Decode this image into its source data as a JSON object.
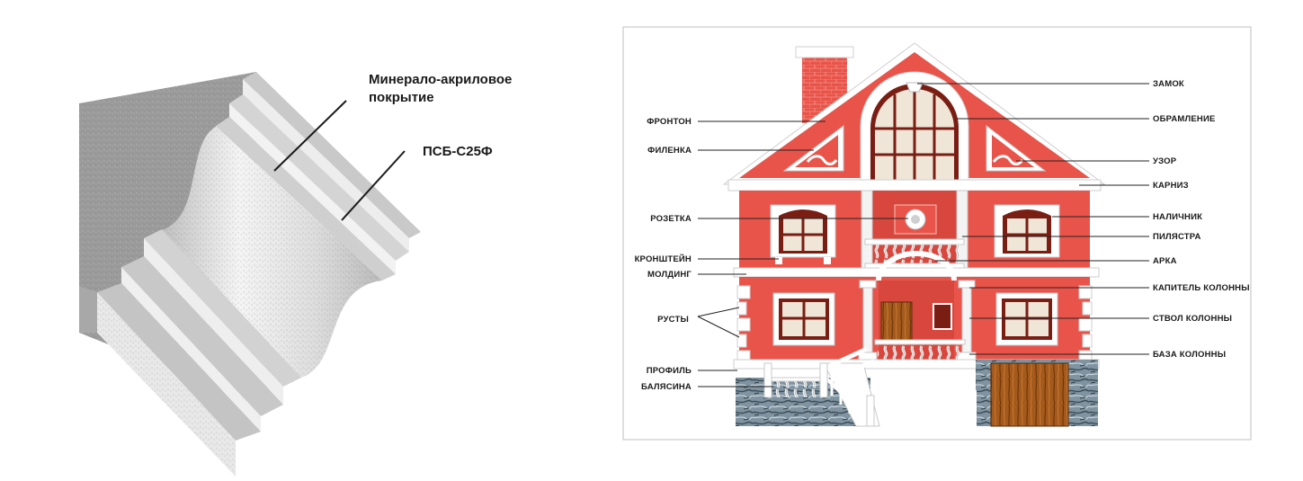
{
  "profile_section": {
    "label_coating_line1": "Минерало-акриловое",
    "label_coating_line2": "покрытие",
    "label_core": "ПСБ-С25Ф"
  },
  "facade_diagram": {
    "left_labels": {
      "fronton": "ФРОНТОН",
      "filenka": "ФИЛЕНКА",
      "rozetka": "РОЗЕТКА",
      "kronshtein": "КРОНШТЕЙН",
      "molding": "МОЛДИНГ",
      "rusty": "РУСТЫ",
      "profil": "ПРОФИЛЬ",
      "balyasina": "БАЛЯСИНА"
    },
    "right_labels": {
      "zamok": "ЗАМОК",
      "obramlenie": "ОБРАМЛЕНИЕ",
      "uzor": "УЗОР",
      "karniz": "КАРНИЗ",
      "nalichnik": "НАЛИЧНИК",
      "pilyastra": "ПИЛЯСТРА",
      "arka": "АРКА",
      "kapitel": "КАПИТЕЛЬ КОЛОННЫ",
      "stvol": "СТВОЛ КОЛОННЫ",
      "baza": "БАЗА КОЛОННЫ"
    }
  }
}
